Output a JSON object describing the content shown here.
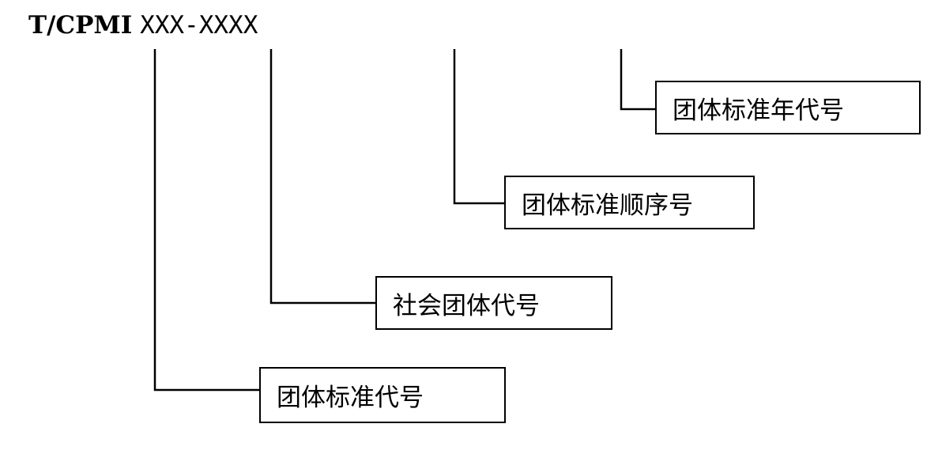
{
  "code": {
    "prefix": "T/CPMI",
    "rest": "XXX-XXXX"
  },
  "boxes": {
    "year_code": "团体标准年代号",
    "sequence_number": "团体标准顺序号",
    "organization_code": "社会团体代号",
    "standard_code": "团体标准代号"
  }
}
